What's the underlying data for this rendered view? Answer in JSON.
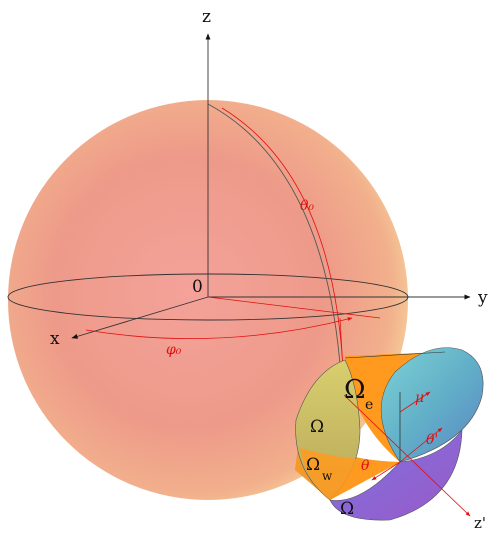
{
  "axes": {
    "z": "z",
    "y": "y",
    "x": "x",
    "origin": "0",
    "z_prime": "z'"
  },
  "angles": {
    "theta0": "θ₀",
    "phi0": "φ₀",
    "theta": "θ",
    "theta_prime": "θ'",
    "mu": "μ"
  },
  "solid_angles": {
    "omega_e_symbol": "Ω",
    "omega_e_sub": "e",
    "omega_top": "Ω",
    "omega_w_symbol": "Ω",
    "omega_w_sub": "w",
    "omega_bottom": "Ω"
  },
  "colors": {
    "sphere_core": "#f4a29a",
    "sphere_edge": "#e8907a",
    "sphere_rim": "#f6e39a",
    "accent_red": "#e01010",
    "cone_orange": "#ff9a1e",
    "cone_teal": "#62b6c7",
    "cone_olive": "#c9c06a",
    "cone_purple": "#8f6ad8"
  }
}
